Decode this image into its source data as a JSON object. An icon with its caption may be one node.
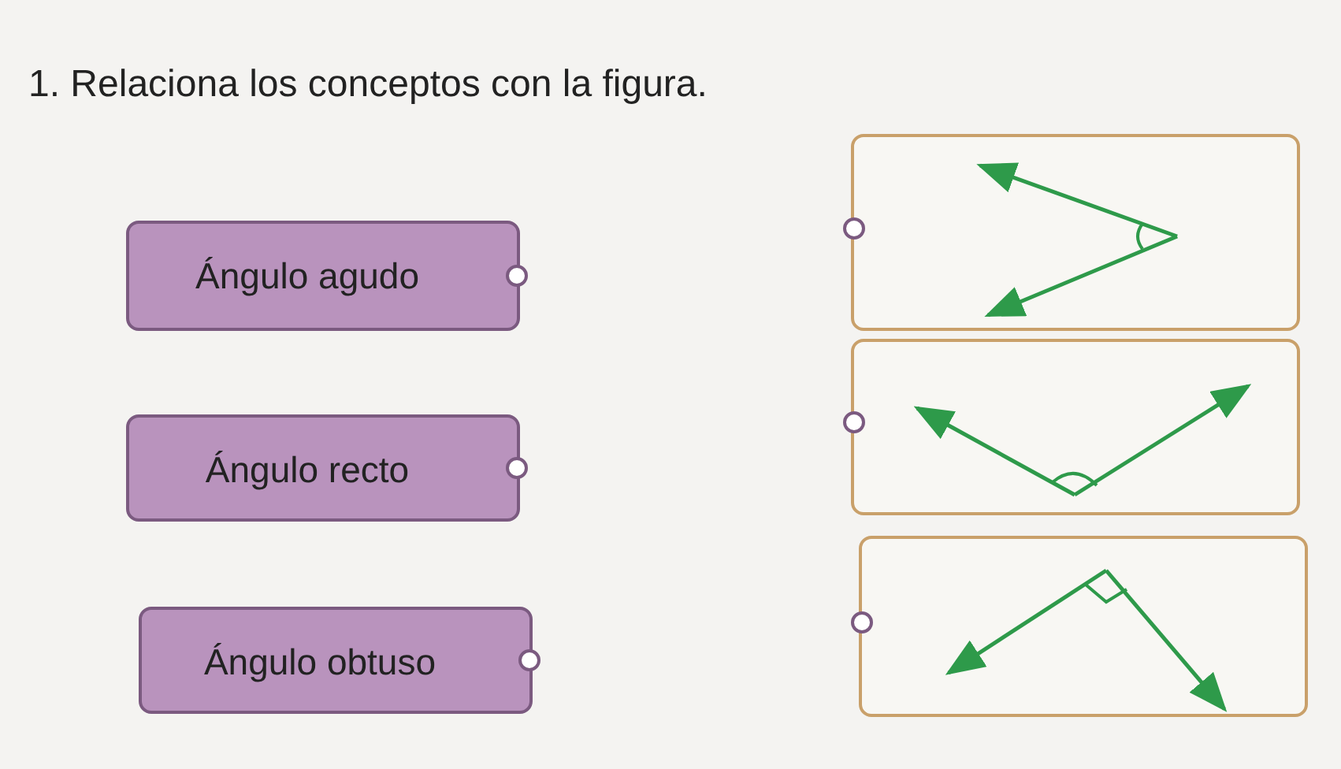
{
  "diagram": {
    "title": "1. Relaciona los conceptos con la figura.",
    "nodes": [
      {
        "text": [
          "Ángulo agudo"
        ]
      },
      {
        "text": [
          "Ángulo recto"
        ]
      },
      {
        "text": [
          "Ángulo obtuso"
        ]
      },
      {
        "text": [],
        "shape": "picture"
      },
      {
        "text": [],
        "shape": "picture"
      },
      {
        "text": [],
        "shape": "picture"
      }
    ],
    "edges": []
  }
}
